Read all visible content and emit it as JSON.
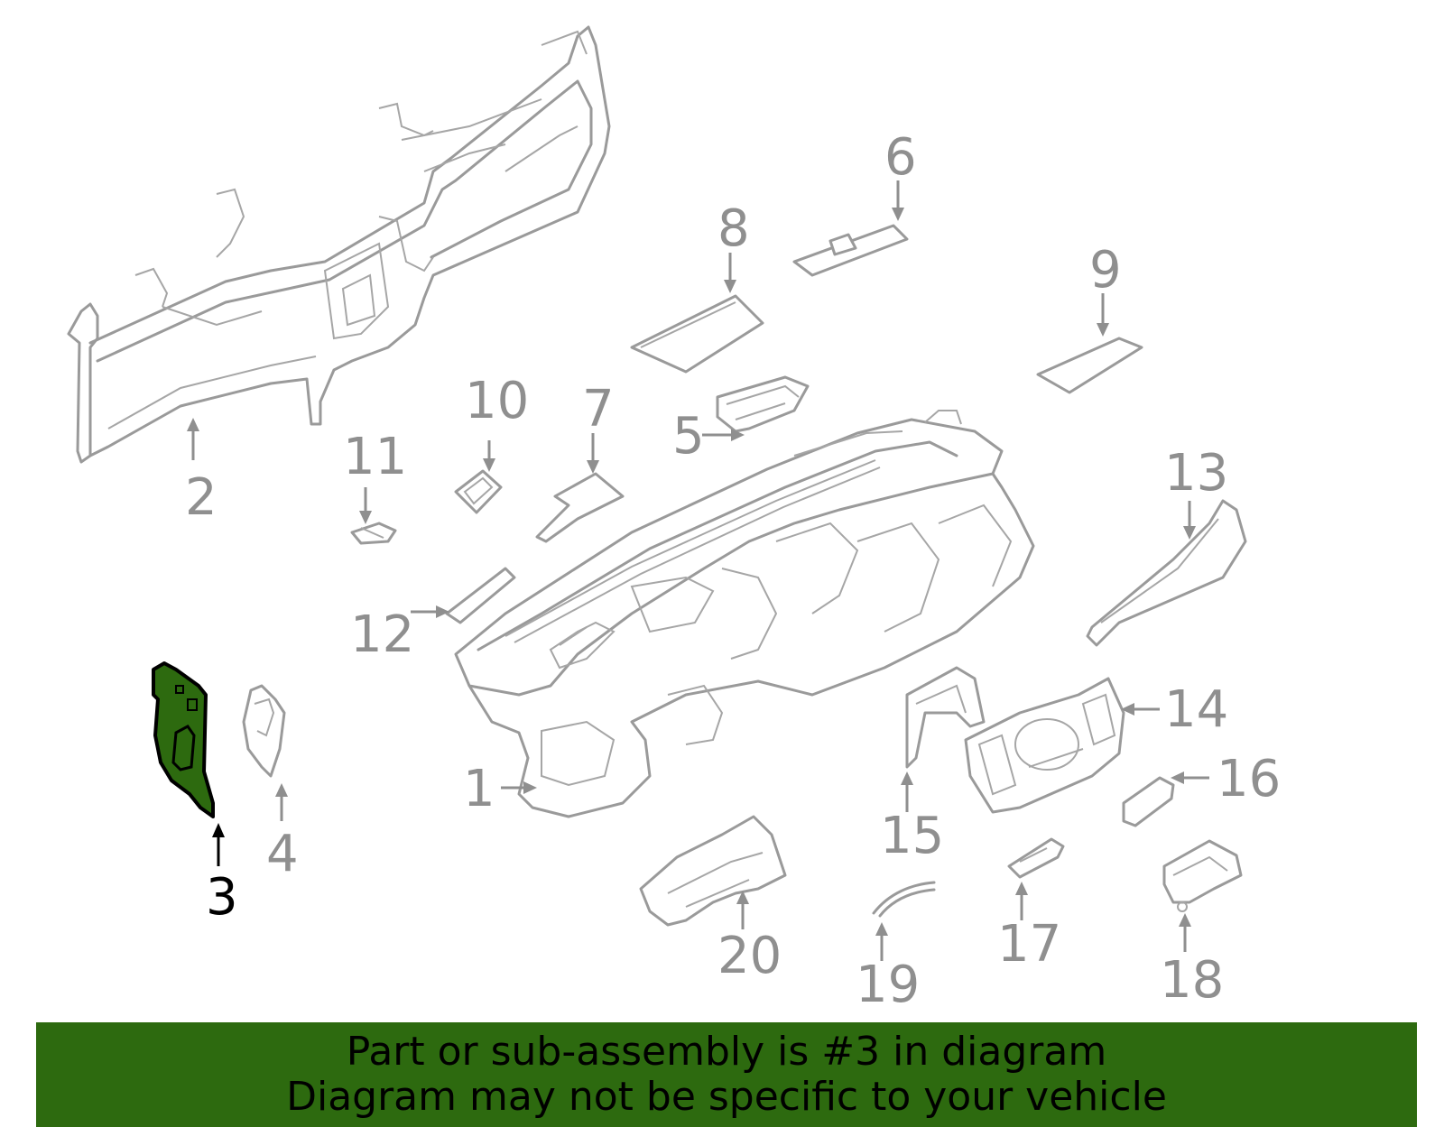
{
  "diagram": {
    "highlighted_part": "3",
    "highlight_color": "#2d6a0f",
    "callouts": [
      "1",
      "2",
      "3",
      "4",
      "5",
      "6",
      "7",
      "8",
      "9",
      "10",
      "11",
      "12",
      "13",
      "14",
      "15",
      "16",
      "17",
      "18",
      "19",
      "20"
    ]
  },
  "banner": {
    "line1": "Part or sub-assembly is #3 in diagram",
    "line2": "Diagram may not be specific to your vehicle",
    "background": "#2d6a0f"
  }
}
